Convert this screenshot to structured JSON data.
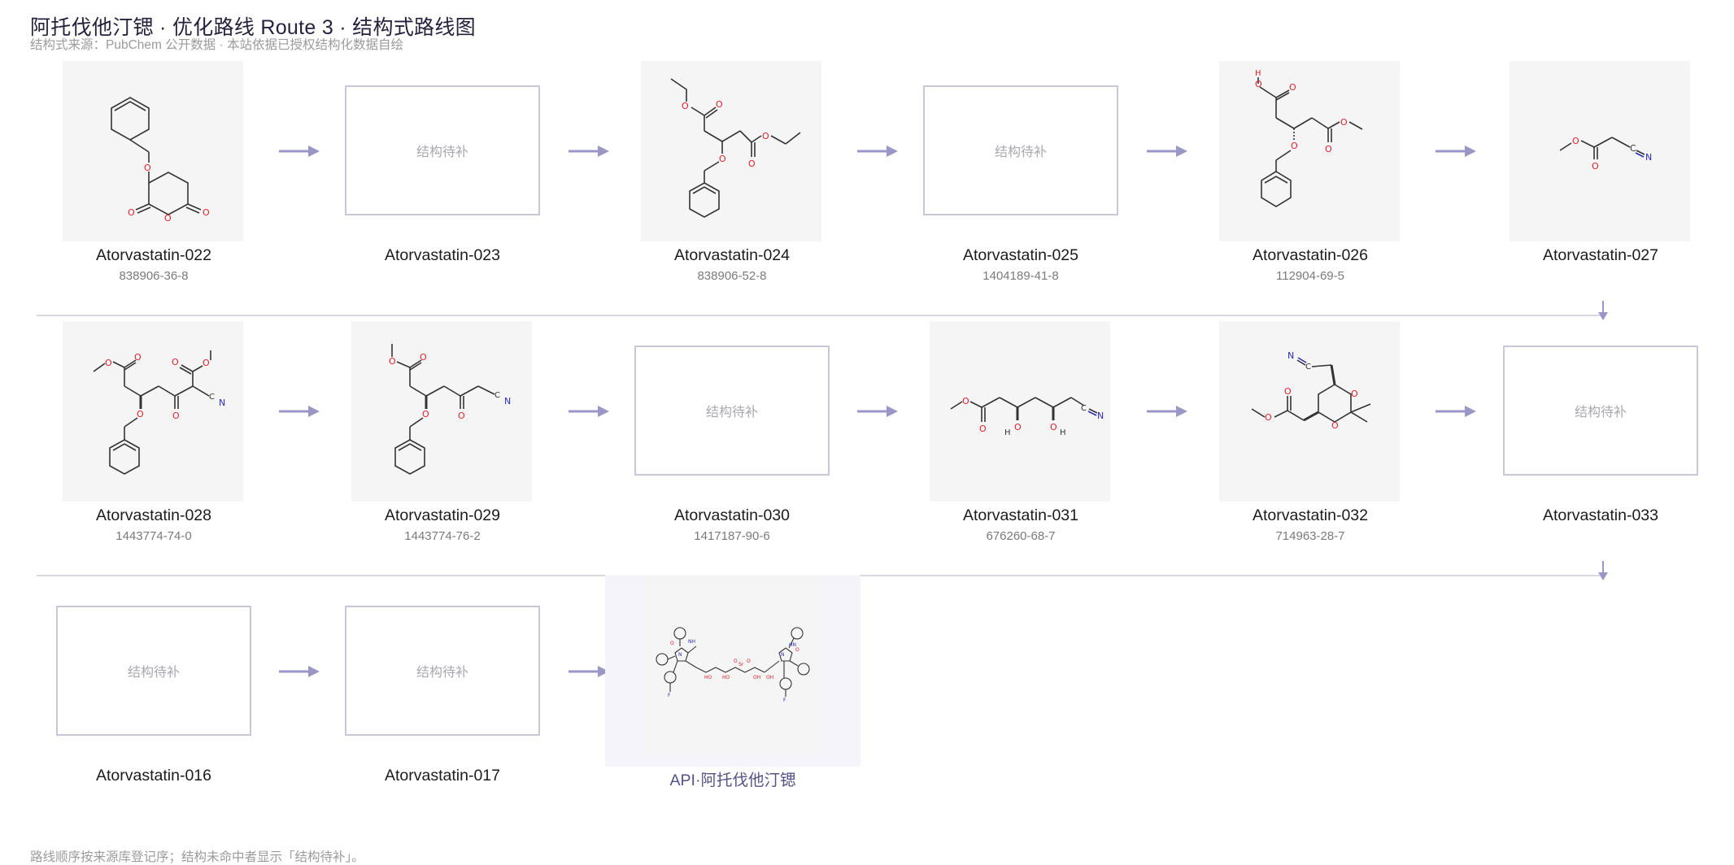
{
  "title": "阿托伐他汀锶 · 优化路线 Route 3 · 结构式路线图",
  "subtitle": "结构式来源：PubChem 公开数据 · 本站依据已授权结构化数据自绘",
  "footer": "路线顺序按来源库登记序；结构未命中者显示「结构待补」。",
  "placeholder_text": "结构待补",
  "colors": {
    "arrow": "#9a97c6",
    "divider": "#d9d8e3",
    "placeholder_border": "#c8c6d8",
    "oxygen": "#e0202a",
    "nitrogen": "#2b2bb8",
    "bond": "#333333"
  },
  "nodes": [
    {
      "name": "Atorvastatin-022",
      "cas": "838906-36-8",
      "structure": true
    },
    {
      "name": "Atorvastatin-023",
      "cas": "",
      "structure": false
    },
    {
      "name": "Atorvastatin-024",
      "cas": "838906-52-8",
      "structure": true
    },
    {
      "name": "Atorvastatin-025",
      "cas": "1404189-41-8",
      "structure": false
    },
    {
      "name": "Atorvastatin-026",
      "cas": "112904-69-5",
      "structure": true
    },
    {
      "name": "Atorvastatin-027",
      "cas": "",
      "structure": true
    },
    {
      "name": "Atorvastatin-028",
      "cas": "1443774-74-0",
      "structure": true
    },
    {
      "name": "Atorvastatin-029",
      "cas": "1443774-76-2",
      "structure": true
    },
    {
      "name": "Atorvastatin-030",
      "cas": "1417187-90-6",
      "structure": false
    },
    {
      "name": "Atorvastatin-031",
      "cas": "676260-68-7",
      "structure": true
    },
    {
      "name": "Atorvastatin-032",
      "cas": "714963-28-7",
      "structure": true
    },
    {
      "name": "Atorvastatin-033",
      "cas": "",
      "structure": false
    },
    {
      "name": "Atorvastatin-016",
      "cas": "",
      "structure": false
    },
    {
      "name": "Atorvastatin-017",
      "cas": "",
      "structure": false
    }
  ],
  "api": {
    "name": "API·阿托伐他汀锶"
  }
}
